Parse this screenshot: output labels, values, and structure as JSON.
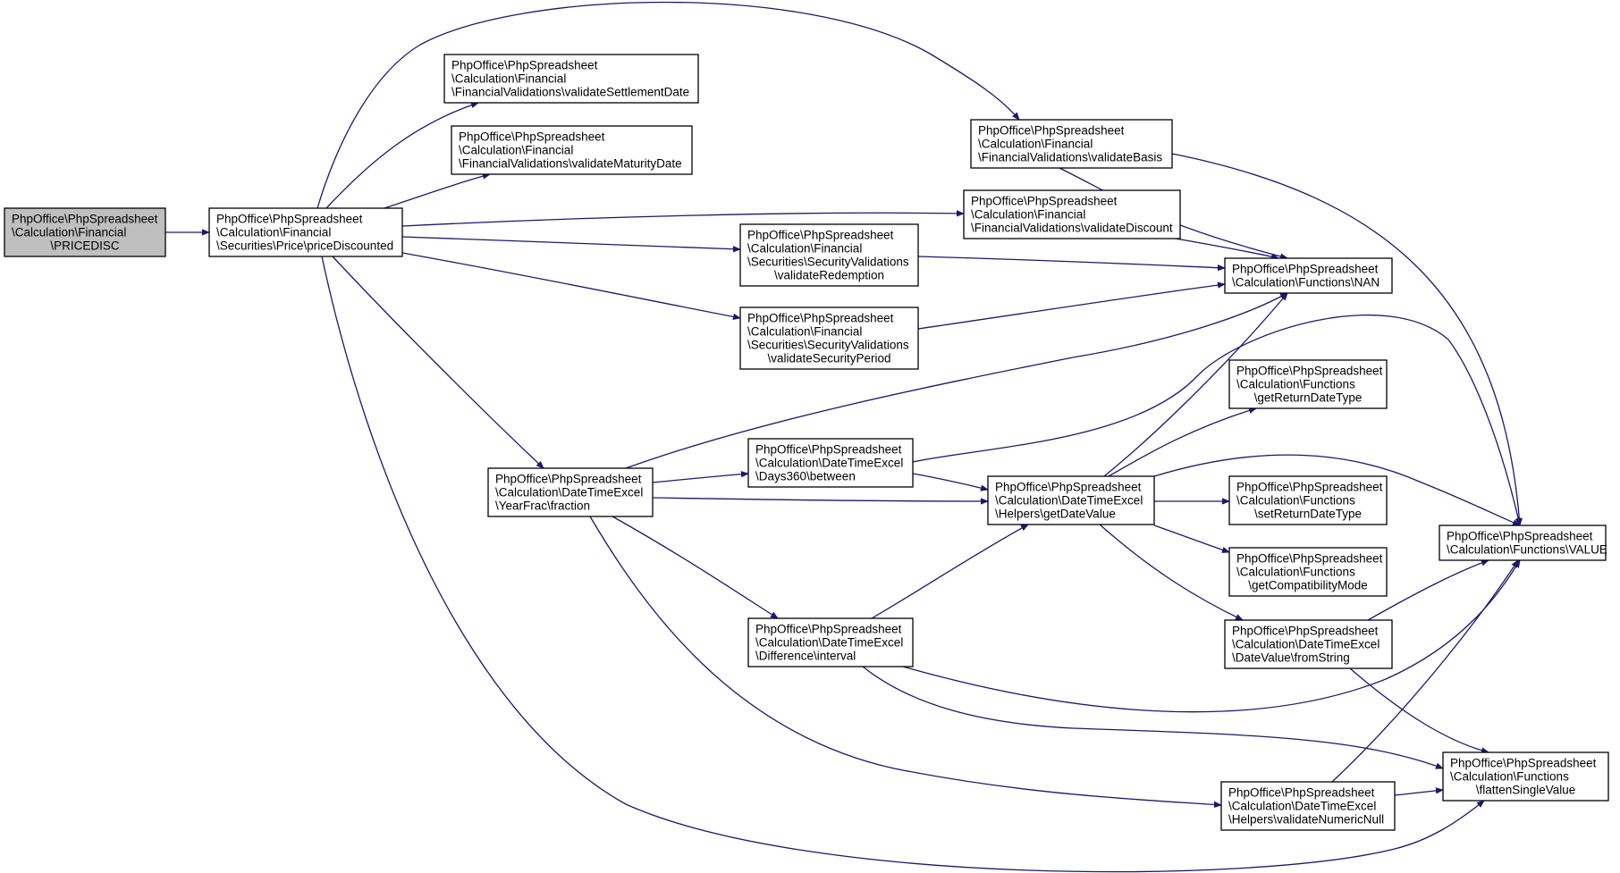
{
  "graph": {
    "edge_color": "#191970",
    "root_fill": "#bfbfbf",
    "nodes": [
      {
        "id": "pricedisc",
        "root": true,
        "lines": [
          "PhpOffice\\PhpSpreadsheet",
          "\\Calculation\\Financial",
          "\\PRICEDISC"
        ]
      },
      {
        "id": "priceDiscounted",
        "lines": [
          "PhpOffice\\PhpSpreadsheet",
          "\\Calculation\\Financial",
          "\\Securities\\Price\\priceDiscounted"
        ]
      },
      {
        "id": "validateSettlementDate",
        "lines": [
          "PhpOffice\\PhpSpreadsheet",
          "\\Calculation\\Financial",
          "\\FinancialValidations\\validateSettlementDate"
        ]
      },
      {
        "id": "validateMaturityDate",
        "lines": [
          "PhpOffice\\PhpSpreadsheet",
          "\\Calculation\\Financial",
          "\\FinancialValidations\\validateMaturityDate"
        ]
      },
      {
        "id": "validateBasis",
        "lines": [
          "PhpOffice\\PhpSpreadsheet",
          "\\Calculation\\Financial",
          "\\FinancialValidations\\validateBasis"
        ]
      },
      {
        "id": "validateDiscount",
        "lines": [
          "PhpOffice\\PhpSpreadsheet",
          "\\Calculation\\Financial",
          "\\FinancialValidations\\validateDiscount"
        ]
      },
      {
        "id": "validateRedemption",
        "lines": [
          "PhpOffice\\PhpSpreadsheet",
          "\\Calculation\\Financial",
          "\\Securities\\SecurityValidations",
          "\\validateRedemption"
        ]
      },
      {
        "id": "validateSecurityPeriod",
        "lines": [
          "PhpOffice\\PhpSpreadsheet",
          "\\Calculation\\Financial",
          "\\Securities\\SecurityValidations",
          "\\validateSecurityPeriod"
        ]
      },
      {
        "id": "nan",
        "lines": [
          "PhpOffice\\PhpSpreadsheet",
          "\\Calculation\\Functions\\NAN"
        ]
      },
      {
        "id": "getReturnDateType",
        "lines": [
          "PhpOffice\\PhpSpreadsheet",
          "\\Calculation\\Functions",
          "\\getReturnDateType"
        ]
      },
      {
        "id": "days360between",
        "lines": [
          "PhpOffice\\PhpSpreadsheet",
          "\\Calculation\\DateTimeExcel",
          "\\Days360\\between"
        ]
      },
      {
        "id": "yearFrac",
        "lines": [
          "PhpOffice\\PhpSpreadsheet",
          "\\Calculation\\DateTimeExcel",
          "\\YearFrac\\fraction"
        ]
      },
      {
        "id": "getDateValue",
        "lines": [
          "PhpOffice\\PhpSpreadsheet",
          "\\Calculation\\DateTimeExcel",
          "\\Helpers\\getDateValue"
        ]
      },
      {
        "id": "setReturnDateType",
        "lines": [
          "PhpOffice\\PhpSpreadsheet",
          "\\Calculation\\Functions",
          "\\setReturnDateType"
        ]
      },
      {
        "id": "value",
        "lines": [
          "PhpOffice\\PhpSpreadsheet",
          "\\Calculation\\Functions\\VALUE"
        ]
      },
      {
        "id": "getCompatibilityMode",
        "lines": [
          "PhpOffice\\PhpSpreadsheet",
          "\\Calculation\\Functions",
          "\\getCompatibilityMode"
        ]
      },
      {
        "id": "interval",
        "lines": [
          "PhpOffice\\PhpSpreadsheet",
          "\\Calculation\\DateTimeExcel",
          "\\Difference\\interval"
        ]
      },
      {
        "id": "fromString",
        "lines": [
          "PhpOffice\\PhpSpreadsheet",
          "\\Calculation\\DateTimeExcel",
          "\\DateValue\\fromString"
        ]
      },
      {
        "id": "flattenSingleValue",
        "lines": [
          "PhpOffice\\PhpSpreadsheet",
          "\\Calculation\\Functions",
          "\\flattenSingleValue"
        ]
      },
      {
        "id": "validateNumericNull",
        "lines": [
          "PhpOffice\\PhpSpreadsheet",
          "\\Calculation\\DateTimeExcel",
          "\\Helpers\\validateNumericNull"
        ]
      }
    ],
    "edges": [
      {
        "from": "pricedisc",
        "to": "priceDiscounted"
      },
      {
        "from": "priceDiscounted",
        "to": "validateSettlementDate"
      },
      {
        "from": "priceDiscounted",
        "to": "validateMaturityDate"
      },
      {
        "from": "priceDiscounted",
        "to": "validateBasis"
      },
      {
        "from": "priceDiscounted",
        "to": "validateDiscount"
      },
      {
        "from": "priceDiscounted",
        "to": "validateRedemption"
      },
      {
        "from": "priceDiscounted",
        "to": "validateSecurityPeriod"
      },
      {
        "from": "priceDiscounted",
        "to": "yearFrac"
      },
      {
        "from": "priceDiscounted",
        "to": "flattenSingleValue"
      },
      {
        "from": "validateBasis",
        "to": "nan"
      },
      {
        "from": "validateBasis",
        "to": "value"
      },
      {
        "from": "validateDiscount",
        "to": "nan"
      },
      {
        "from": "validateRedemption",
        "to": "nan"
      },
      {
        "from": "validateSecurityPeriod",
        "to": "nan"
      },
      {
        "from": "yearFrac",
        "to": "nan"
      },
      {
        "from": "yearFrac",
        "to": "days360between"
      },
      {
        "from": "yearFrac",
        "to": "getDateValue"
      },
      {
        "from": "yearFrac",
        "to": "interval"
      },
      {
        "from": "yearFrac",
        "to": "validateNumericNull"
      },
      {
        "from": "days360between",
        "to": "getDateValue"
      },
      {
        "from": "days360between",
        "to": "value"
      },
      {
        "from": "interval",
        "to": "getDateValue"
      },
      {
        "from": "interval",
        "to": "value"
      },
      {
        "from": "interval",
        "to": "flattenSingleValue"
      },
      {
        "from": "getDateValue",
        "to": "nan"
      },
      {
        "from": "getDateValue",
        "to": "getReturnDateType"
      },
      {
        "from": "getDateValue",
        "to": "setReturnDateType"
      },
      {
        "from": "getDateValue",
        "to": "getCompatibilityMode"
      },
      {
        "from": "getDateValue",
        "to": "fromString"
      },
      {
        "from": "getDateValue",
        "to": "value"
      },
      {
        "from": "fromString",
        "to": "value"
      },
      {
        "from": "fromString",
        "to": "flattenSingleValue"
      },
      {
        "from": "validateNumericNull",
        "to": "value"
      },
      {
        "from": "validateNumericNull",
        "to": "flattenSingleValue"
      }
    ]
  }
}
